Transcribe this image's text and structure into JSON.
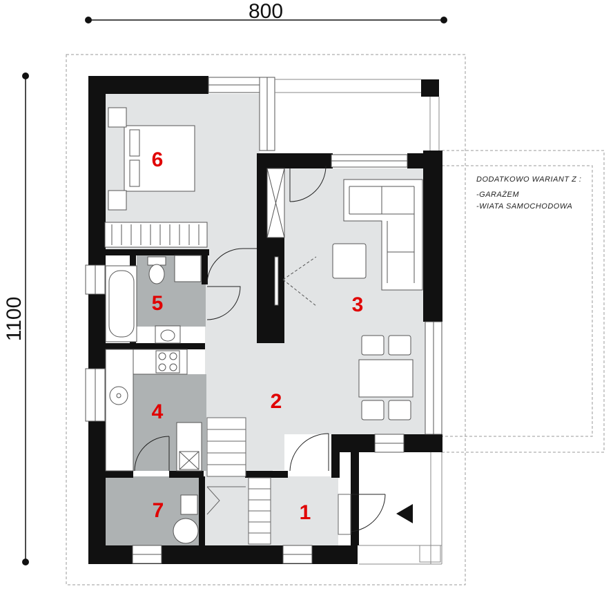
{
  "dimensions": {
    "width_label": "800",
    "height_label": "1100"
  },
  "rooms": [
    {
      "number": "1"
    },
    {
      "number": "2"
    },
    {
      "number": "3"
    },
    {
      "number": "4"
    },
    {
      "number": "5"
    },
    {
      "number": "6"
    },
    {
      "number": "7"
    }
  ],
  "note": {
    "title": "DODATKOWO WARIANT Z :",
    "line1": "-GARAŻEM",
    "line2": "-WIATA SAMOCHODOWA"
  },
  "colors": {
    "wall": "#111111",
    "floor_light": "#e2e4e5",
    "floor_dark": "#aeb2b3",
    "room_number": "#e00000"
  }
}
